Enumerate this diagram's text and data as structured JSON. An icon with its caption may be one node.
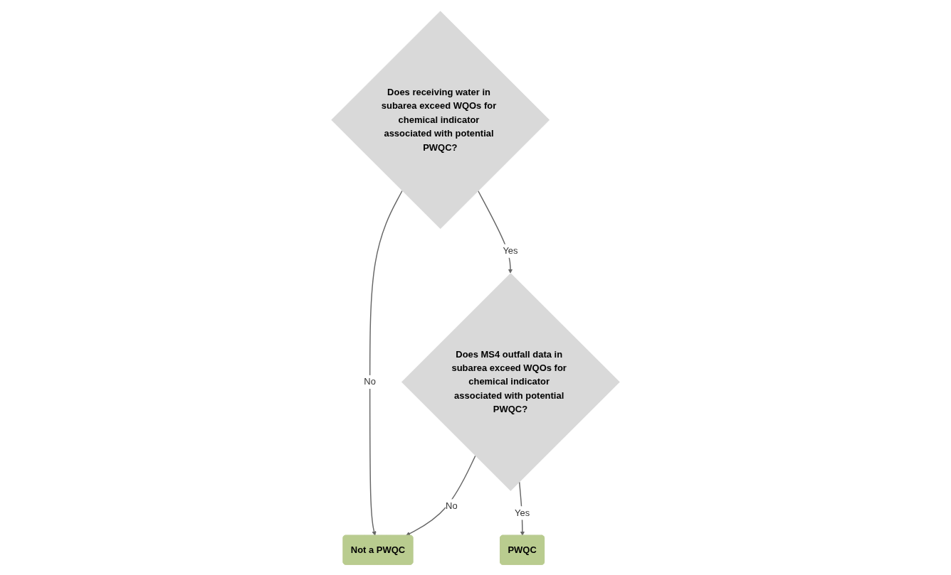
{
  "diagram": {
    "nodes": [
      {
        "text": [
          "Does receiving water in subarea exceed WQOs for chemical indicator associated with potential PWQC?"
        ]
      },
      {
        "text": [
          "Does MS4 outfall data in subarea exceed WQOs for chemical indicator associated with potential PWQC?"
        ]
      },
      {
        "text": [
          "Not a PWQC"
        ]
      },
      {
        "text": [
          "PWQC"
        ]
      }
    ],
    "edges": [
      {
        "from": 0,
        "to": 1,
        "arrow": "to",
        "label": "Yes"
      },
      {
        "from": 0,
        "to": 2,
        "arrow": "to",
        "label": "No"
      },
      {
        "from": 1,
        "to": 2,
        "arrow": "to",
        "label": "No"
      },
      {
        "from": 1,
        "to": 3,
        "arrow": "to",
        "label": "Yes"
      }
    ]
  }
}
